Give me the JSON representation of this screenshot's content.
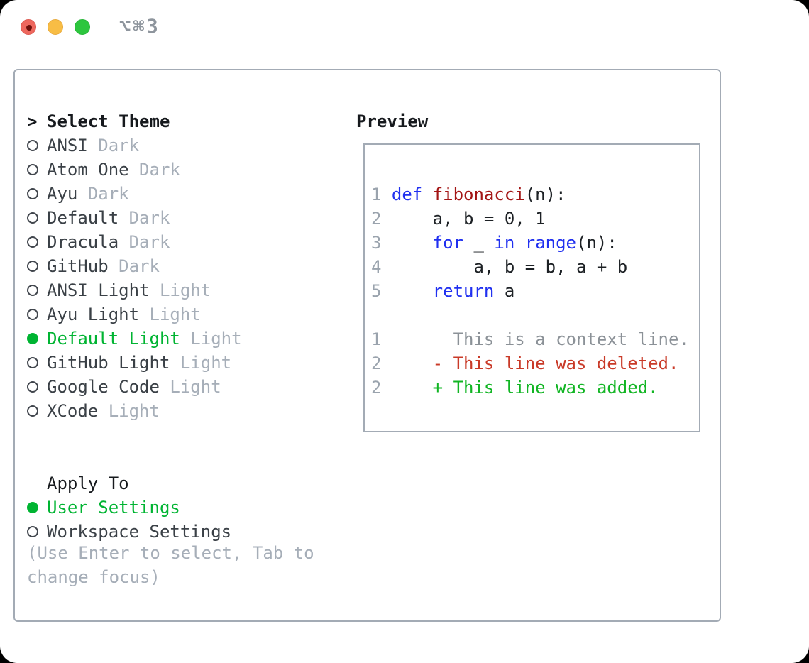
{
  "titlebar": {
    "title": "⌥⌘3",
    "traffic_lights": [
      "close",
      "minimize",
      "zoom"
    ]
  },
  "theme_list": {
    "prompt": ">",
    "header": "Select Theme",
    "items": [
      {
        "name": "ANSI",
        "variant": "Dark",
        "selected": false
      },
      {
        "name": "Atom One",
        "variant": "Dark",
        "selected": false
      },
      {
        "name": "Ayu",
        "variant": "Dark",
        "selected": false
      },
      {
        "name": "Default",
        "variant": "Dark",
        "selected": false
      },
      {
        "name": "Dracula",
        "variant": "Dark",
        "selected": false
      },
      {
        "name": "GitHub",
        "variant": "Dark",
        "selected": false
      },
      {
        "name": "ANSI Light",
        "variant": "Light",
        "selected": false
      },
      {
        "name": "Ayu Light",
        "variant": "Light",
        "selected": false
      },
      {
        "name": "Default Light",
        "variant": "Light",
        "selected": true
      },
      {
        "name": "GitHub Light",
        "variant": "Light",
        "selected": false
      },
      {
        "name": "Google Code",
        "variant": "Light",
        "selected": false
      },
      {
        "name": "XCode",
        "variant": "Light",
        "selected": false
      }
    ]
  },
  "apply_to": {
    "header": "Apply To",
    "options": [
      {
        "label": "User Settings",
        "selected": true
      },
      {
        "label": "Workspace Settings",
        "selected": false
      }
    ]
  },
  "footer": {
    "hint": "(Use Enter to select, Tab to change focus)"
  },
  "preview": {
    "header": "Preview",
    "lines": [
      {
        "num": "1",
        "segments": [
          {
            "t": "def",
            "c": "kw"
          },
          {
            "t": " ",
            "c": "plain"
          },
          {
            "t": "fibonacci",
            "c": "fn"
          },
          {
            "t": "(n):",
            "c": "plain"
          }
        ]
      },
      {
        "num": "2",
        "segments": [
          {
            "t": "    a, b = 0, 1",
            "c": "plain"
          }
        ]
      },
      {
        "num": "3",
        "segments": [
          {
            "t": "    ",
            "c": "plain"
          },
          {
            "t": "for",
            "c": "kw"
          },
          {
            "t": " _ ",
            "c": "plain"
          },
          {
            "t": "in",
            "c": "kw"
          },
          {
            "t": " ",
            "c": "plain"
          },
          {
            "t": "range",
            "c": "kw"
          },
          {
            "t": "(n):",
            "c": "plain"
          }
        ]
      },
      {
        "num": "4",
        "segments": [
          {
            "t": "        a, b = b, a + b",
            "c": "plain"
          }
        ]
      },
      {
        "num": "5",
        "segments": [
          {
            "t": "    ",
            "c": "plain"
          },
          {
            "t": "return",
            "c": "kw"
          },
          {
            "t": " a",
            "c": "plain"
          }
        ]
      },
      {
        "num": "",
        "segments": []
      },
      {
        "num": "1",
        "segments": [
          {
            "t": "      This is a context line.",
            "c": "ctx"
          }
        ]
      },
      {
        "num": "2",
        "segments": [
          {
            "t": "    - This line was deleted.",
            "c": "del"
          }
        ]
      },
      {
        "num": "2",
        "segments": [
          {
            "t": "    + This line was added.",
            "c": "add"
          }
        ]
      }
    ]
  },
  "colors": {
    "border": "#a3abb5",
    "ink": "#16191d",
    "name": "#3a4046",
    "muted": "#a6aeb8",
    "green": "#00b432",
    "num": "#9aa3ad",
    "kw": "#2030f0",
    "fn": "#a31515",
    "plain": "#1c2024",
    "ctx": "#8b9197",
    "del": "#c93a28",
    "add": "#11b523"
  }
}
